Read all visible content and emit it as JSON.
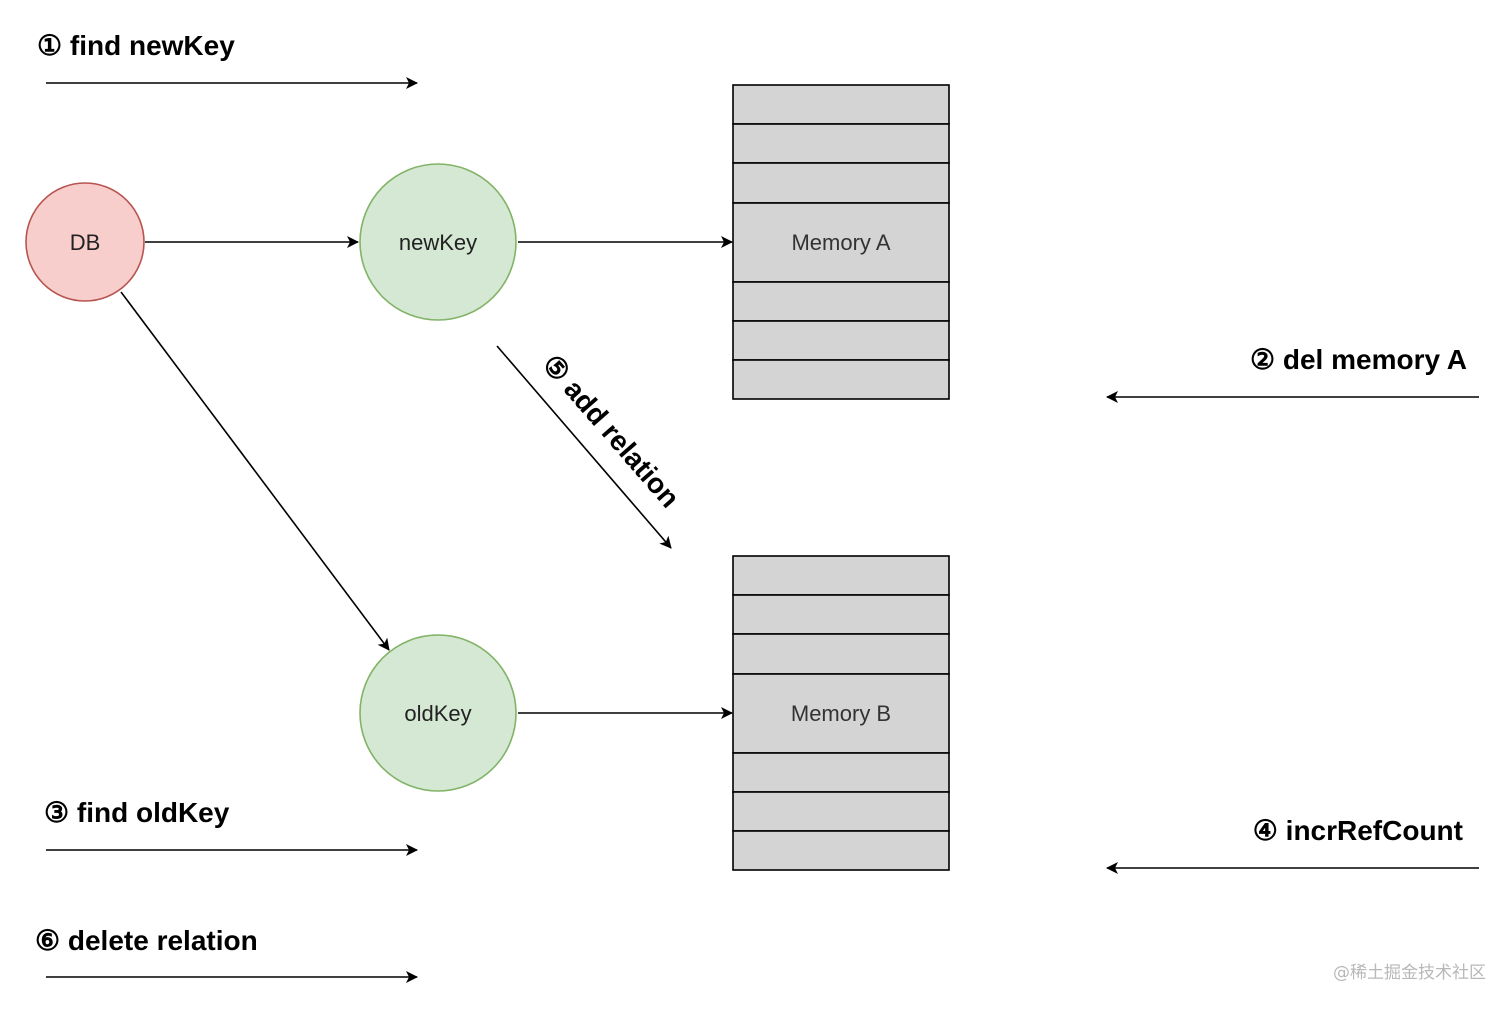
{
  "nodes": {
    "db": {
      "label": "DB",
      "fill": "#f8cecc",
      "stroke": "#b85450"
    },
    "new_key": {
      "label": "newKey",
      "fill": "#d5e8d4",
      "stroke": "#82b366"
    },
    "old_key": {
      "label": "oldKey",
      "fill": "#d5e8d4",
      "stroke": "#82b366"
    }
  },
  "memory": {
    "a": {
      "label": "Memory A",
      "fill": "#d4d4d4",
      "stroke": "#000000"
    },
    "b": {
      "label": "Memory B",
      "fill": "#d4d4d4",
      "stroke": "#000000"
    }
  },
  "steps": {
    "s1": "① find newKey",
    "s2": "② del memory A",
    "s3": "③ find oldKey",
    "s4": "④ incrRefCount",
    "s5": "⑤ add relation",
    "s6": "⑥ delete relation"
  },
  "watermark": "@稀土掘金技术社区"
}
